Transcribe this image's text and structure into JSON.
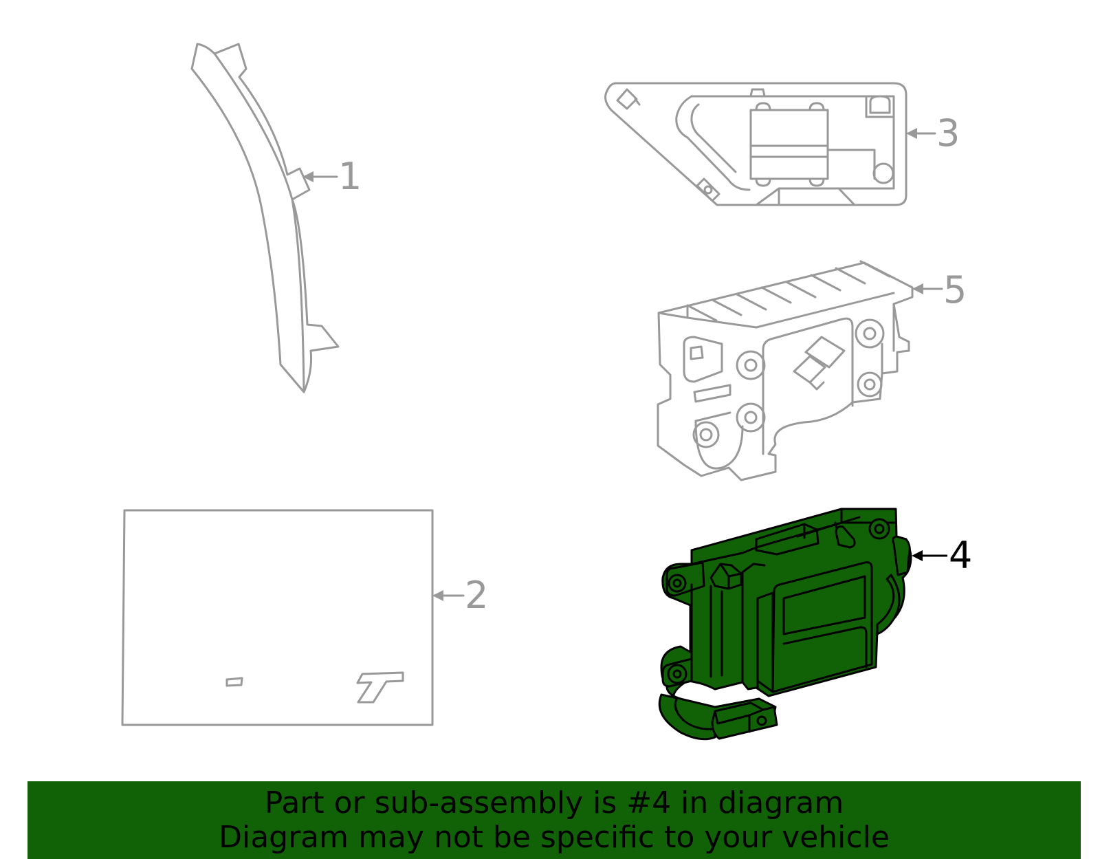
{
  "callouts": {
    "c1": "1",
    "c2": "2",
    "c3": "3",
    "c4": "4",
    "c5": "5"
  },
  "highlighted_part": "4",
  "colors": {
    "highlight_fill": "#116206",
    "outline_gray": "#999999",
    "banner_bg": "#116206"
  },
  "banner": {
    "line1": "Part or sub-assembly is #4 in diagram",
    "line2": "Diagram may not be specific to your vehicle"
  }
}
